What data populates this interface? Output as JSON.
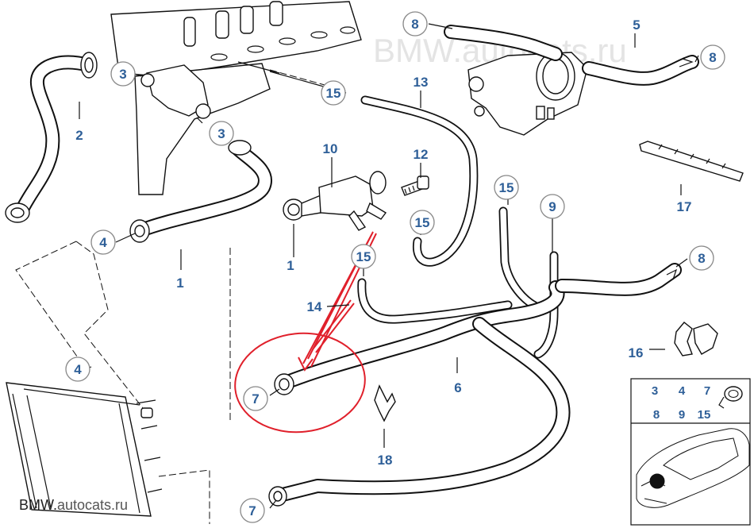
{
  "watermark_top": "BMW.autocats.ru",
  "watermark_bottom": {
    "brand": "BMW.",
    "rest": "autocats.ru"
  },
  "callouts": [
    {
      "id": "c1",
      "label": "1"
    },
    {
      "id": "c2",
      "label": "2"
    },
    {
      "id": "c3a",
      "label": "3"
    },
    {
      "id": "c3b",
      "label": "3"
    },
    {
      "id": "c4a",
      "label": "4"
    },
    {
      "id": "c4b",
      "label": "4"
    },
    {
      "id": "c5",
      "label": "5"
    },
    {
      "id": "c6",
      "label": "6"
    },
    {
      "id": "c7a",
      "label": "7"
    },
    {
      "id": "c7b",
      "label": "7"
    },
    {
      "id": "c8a",
      "label": "8"
    },
    {
      "id": "c8b",
      "label": "8"
    },
    {
      "id": "c8c",
      "label": "8"
    },
    {
      "id": "c9",
      "label": "9"
    },
    {
      "id": "c10",
      "label": "10"
    },
    {
      "id": "c11",
      "label": "1"
    },
    {
      "id": "c12",
      "label": "12"
    },
    {
      "id": "c13",
      "label": "13"
    },
    {
      "id": "c14",
      "label": "14"
    },
    {
      "id": "c15a",
      "label": "15"
    },
    {
      "id": "c15b",
      "label": "15"
    },
    {
      "id": "c15c",
      "label": "15"
    },
    {
      "id": "c15d",
      "label": "15"
    },
    {
      "id": "c16",
      "label": "16"
    },
    {
      "id": "c17",
      "label": "17"
    },
    {
      "id": "c18",
      "label": "18"
    }
  ],
  "legend": {
    "row1": [
      "3",
      "4",
      "7"
    ],
    "row2": [
      "8",
      "9",
      "15"
    ]
  },
  "colors": {
    "callout_text": "#2e5f98",
    "highlight": "#e0202b",
    "outline": "#111111"
  }
}
